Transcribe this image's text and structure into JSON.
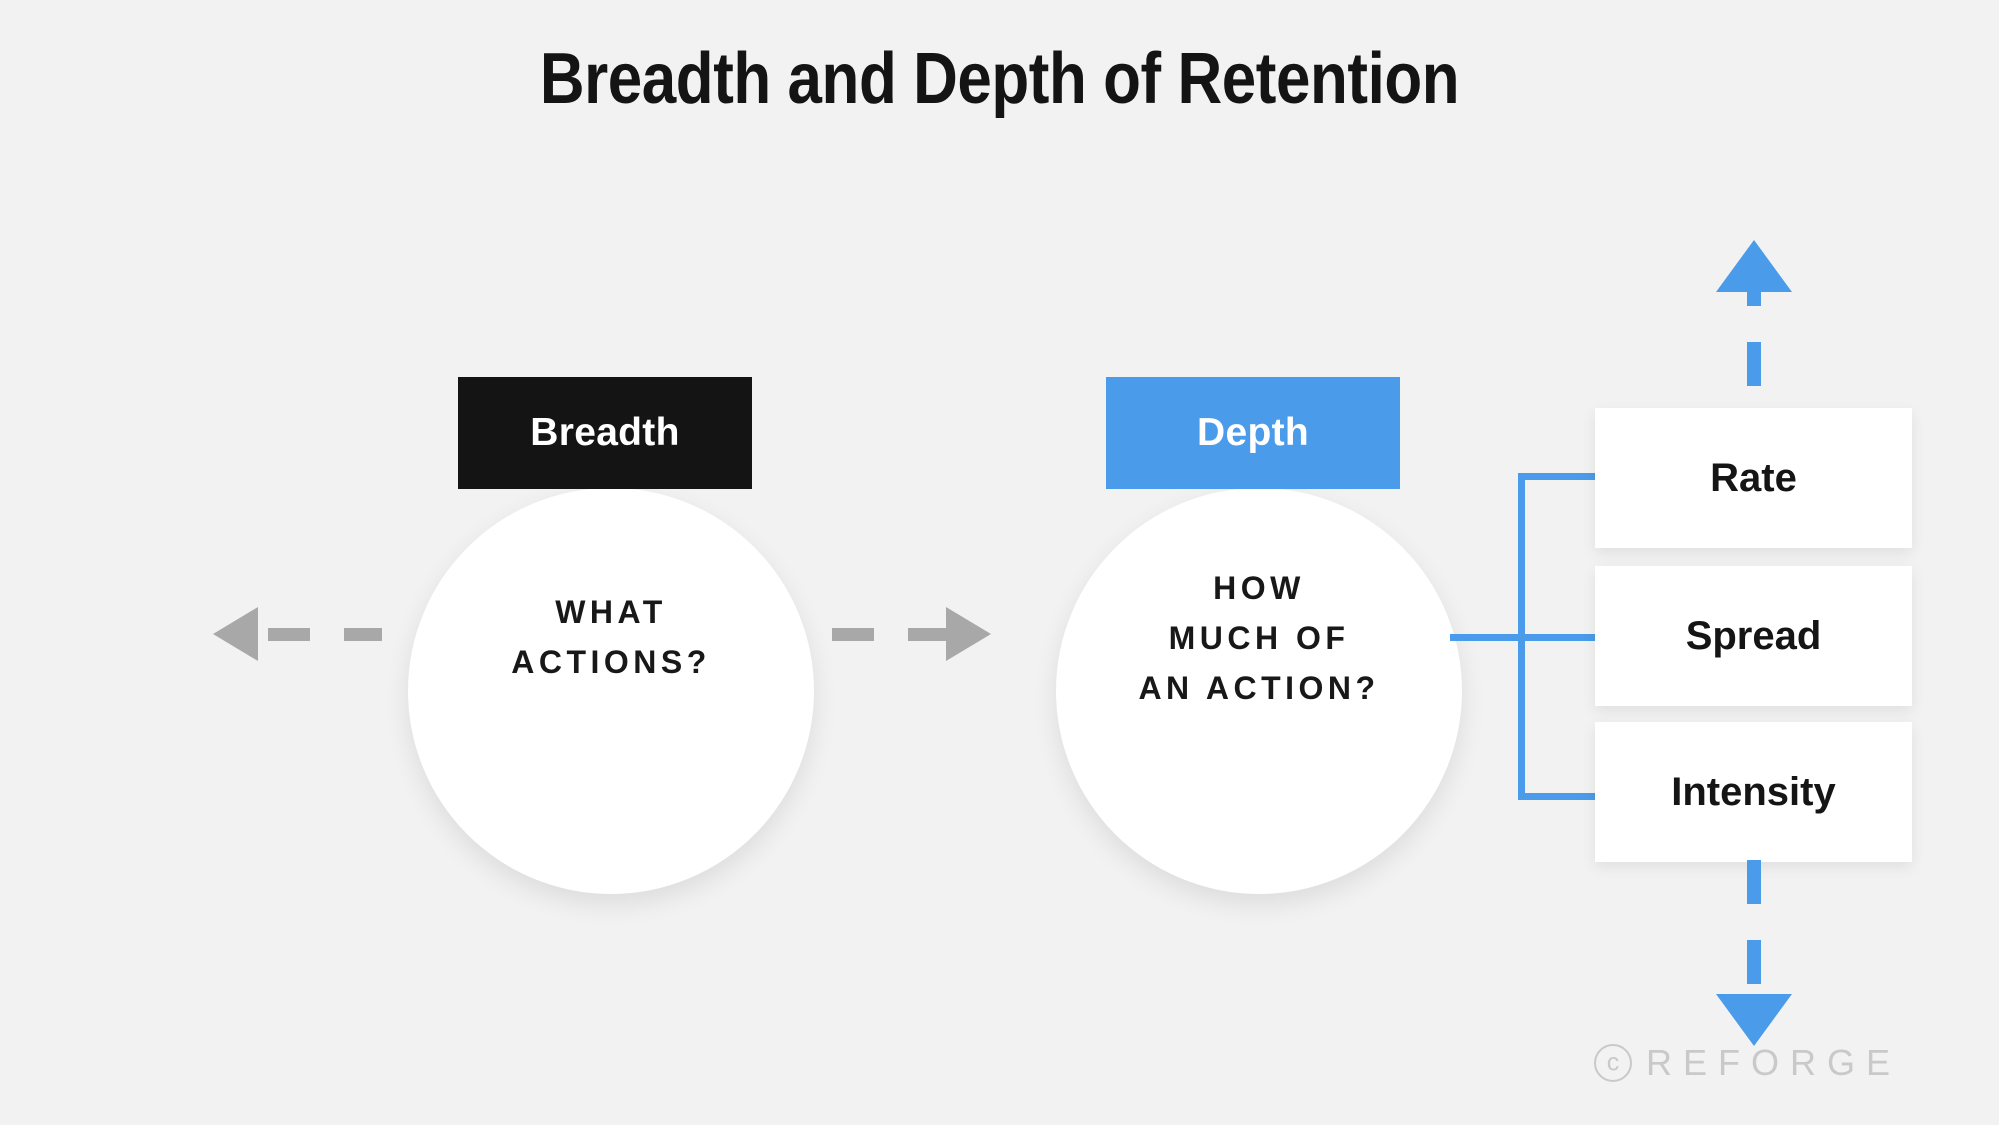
{
  "diagram": {
    "title": "Breadth and Depth of Retention",
    "background_color": "#f2f2f2",
    "accent_blue": "#4a9bea",
    "accent_dark": "#141414",
    "arrow_gray": "#a8a8a8"
  },
  "nodes": [
    {
      "id": "breadth",
      "header_label": "Breadth",
      "header_color": "#141414",
      "question": "WHAT\nACTIONS?"
    },
    {
      "id": "depth",
      "header_label": "Depth",
      "header_color": "#4a9bea",
      "question": "HOW\nMUCH OF\nAN ACTION?"
    }
  ],
  "depth_dimensions": [
    {
      "label": "Rate"
    },
    {
      "label": "Spread"
    },
    {
      "label": "Intensity"
    }
  ],
  "connectors": {
    "left_arrow": "dashed-arrow-left",
    "right_arrow": "dashed-arrow-right",
    "up_arrow": "dashed-arrow-up",
    "down_arrow": "dashed-arrow-down",
    "bracket": "blue-bracket-connector"
  },
  "watermark": {
    "copyright_symbol": "c",
    "brand": "REFORGE"
  }
}
